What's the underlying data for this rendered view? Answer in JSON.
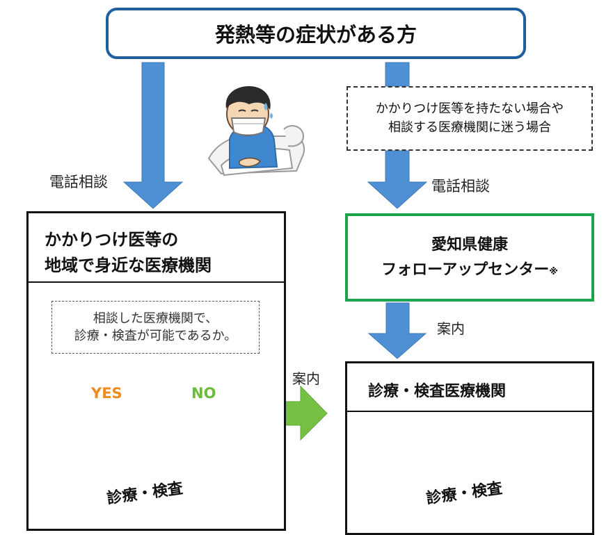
{
  "title": "発熱等の症状がある方",
  "no_regular_doctor_note": {
    "line1": "かかりつけ医等を持たない場合や",
    "line2": "相談する医療機関に迷う場合"
  },
  "phone_consult_left": "電話相談",
  "phone_consult_right": "電話相談",
  "local_clinic": {
    "line1": "かかりつけ医等の",
    "line2": "地域で身近な医療機関"
  },
  "follow_up_center": {
    "line1": "愛知県健康",
    "line2": "フォローアップセンター",
    "mark": "※"
  },
  "guide_right": "案内",
  "guide_middle": "案内",
  "check_note": {
    "line1": "相談した医療機関で、",
    "line2": "診療・検査が可能であるか。"
  },
  "yes_label": "YES",
  "no_label": "NO",
  "testing_facility": "診療・検査医療機関",
  "sign_left": "診療・検査",
  "sign_right": "診療・検査",
  "colors": {
    "title_border": "#1f5f9e",
    "blue_arrow": "#4f8fd3",
    "green_border": "#1aa34a",
    "yes_arrow": "#f7b500",
    "no_arrow": "#76c043",
    "medical_cross": "#2a8fe0",
    "door_blue": "#9bc4e6"
  },
  "icons": {
    "sick_person": "sick-person-in-bed-icon",
    "hospital_cross": "medical-cross-icon",
    "door": "clinic-door-icon"
  }
}
